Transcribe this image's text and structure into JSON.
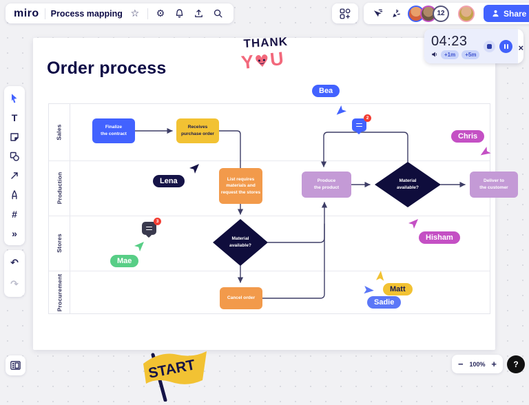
{
  "topbar": {
    "logo": "miro",
    "board_title": "Process mapping",
    "collab_count": "12",
    "share_label": "Share"
  },
  "glyphs": {
    "star": "☆",
    "gear": "⚙",
    "text_tool": "T",
    "frame": "#",
    "more": "»",
    "undo": "↶",
    "redo": "↷",
    "close": "×",
    "minus": "−",
    "plus": "+",
    "help": "?"
  },
  "timer": {
    "time": "04:23",
    "plus1": "+1m",
    "plus5": "+5m"
  },
  "zoombar": {
    "value": "100%"
  },
  "colors": {
    "accent_blue": "#4262FF",
    "brand_navy": "#0D0B46",
    "yellow": "#F2C233",
    "orange": "#F29A4B",
    "purple": "#C49AD6",
    "diamond_navy": "#0F0D3C",
    "green": "#58CE86",
    "orchid": "#C450C4",
    "badge_red": "#F23E33",
    "pink": "#F2697C"
  },
  "canvas": {
    "title": "Order process",
    "sticker": {
      "line1": "THANK",
      "you_left": "Y",
      "you_right": "U",
      "heart": "♥"
    },
    "start_label": "START",
    "lanes": [
      "Sales",
      "Production",
      "Stores",
      "Procurement"
    ],
    "nodes": {
      "finalize": {
        "label": "Finalize\nthe contract",
        "bg": "#4262FF",
        "fg": "#FFFFFF"
      },
      "receives": {
        "label": "Receives\npurchase order",
        "bg": "#F2C233",
        "fg": "#1B1B4C"
      },
      "list": {
        "label": "List requires\nmaterials and\nrequest the stores",
        "bg": "#F29A4B",
        "fg": "#FFFFFF"
      },
      "produce": {
        "label": "Produce\nthe product",
        "bg": "#C49AD6",
        "fg": "#FFFFFF"
      },
      "material_production": {
        "label": "Material\navailable?",
        "bg": "#0F0D3C",
        "fg": "#FFFFFF"
      },
      "deliver": {
        "label": "Deliver to\nthe customer",
        "bg": "#C49AD6",
        "fg": "#FFFFFF"
      },
      "material_stores": {
        "label": "Material\navailable?",
        "bg": "#0F0D3C",
        "fg": "#FFFFFF"
      },
      "cancel": {
        "label": "Cancel order",
        "bg": "#F29A4B",
        "fg": "#FFFFFF"
      }
    },
    "comments": [
      {
        "count": "3",
        "color": "#3A3A4E"
      },
      {
        "count": "2",
        "color": "#4262FF"
      }
    ],
    "cursors": [
      {
        "name": "Bea",
        "color": "#4262FF",
        "fg": "#FFFFFF"
      },
      {
        "name": "Chris",
        "color": "#C450C4",
        "fg": "#FFFFFF"
      },
      {
        "name": "Lena",
        "color": "#151347",
        "fg": "#FFFFFF"
      },
      {
        "name": "Mae",
        "color": "#58CE86",
        "fg": "#FFFFFF"
      },
      {
        "name": "Hisham",
        "color": "#C450C4",
        "fg": "#FFFFFF"
      },
      {
        "name": "Matt",
        "color": "#F2C233",
        "fg": "#1B1B4C"
      },
      {
        "name": "Sadie",
        "color": "#5B77F7",
        "fg": "#FFFFFF"
      }
    ]
  }
}
